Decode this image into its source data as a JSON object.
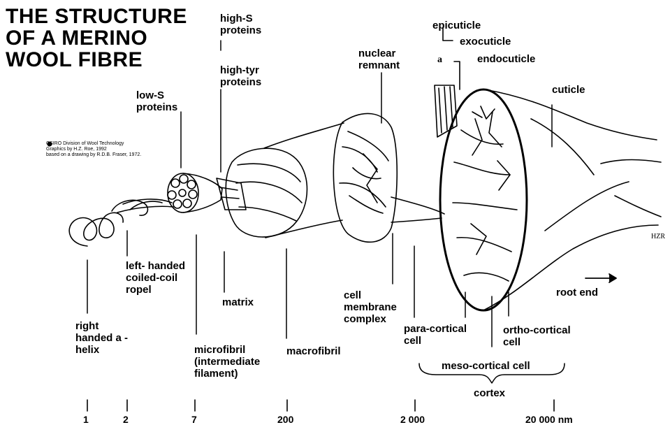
{
  "title": "THE STRUCTURE OF A MERINO WOOL FIBRE",
  "credit": {
    "line1": "CSIRO Division of Wool Technology",
    "line2": "Graphics by H.Z. Roe, 1992",
    "line3": "based on a drawing by R.D.B. Fraser, 1972."
  },
  "signature": "HZR",
  "labels": {
    "alpha_helix": "right handed a - helix",
    "coiled_coil": "left- handed coiled-coil ropel",
    "low_s": "low-S proteins",
    "high_s": "high-S proteins",
    "high_tyr": "high-tyr proteins",
    "microfibril": "microfibril (intermediate filament)",
    "matrix": "matrix",
    "macrofibril": "macrofibril",
    "nuclear": "nuclear remnant",
    "cmc": "cell membrane complex",
    "para": "para-cortical cell",
    "epicuticle": "epicuticle",
    "a_layer": "a",
    "exocuticle": "exocuticle",
    "endocuticle": "endocuticle",
    "cuticle": "cuticle",
    "root_end": "root end",
    "ortho": "ortho-cortical cell",
    "meso": "meso-cortical cell",
    "cortex": "cortex"
  },
  "scale": [
    "1",
    "2",
    "7",
    "200",
    "2 000",
    "20 000 nm"
  ]
}
